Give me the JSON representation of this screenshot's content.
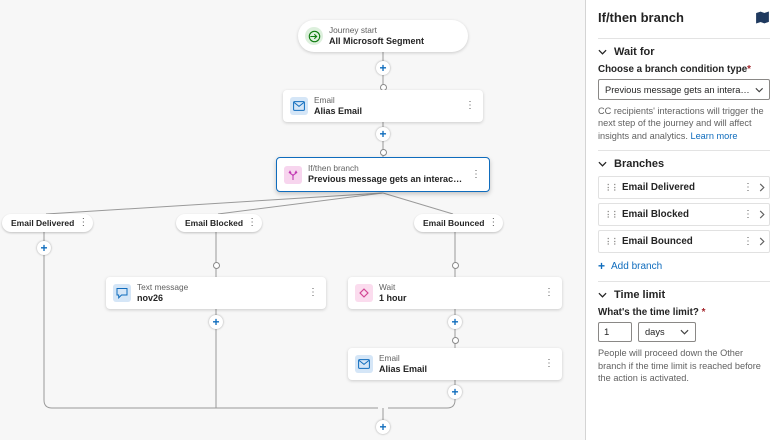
{
  "icons": {
    "kebab": "⋮",
    "plus": "+",
    "drag": "⋮⋮"
  },
  "canvas": {
    "journey_start": {
      "type": "Journey start",
      "title": "All Microsoft Segment"
    },
    "email_1": {
      "type": "Email",
      "title": "Alias Email"
    },
    "if_then": {
      "type": "If/then branch",
      "title": "Previous message gets an interaction"
    },
    "branch_labels": {
      "delivered": "Email Delivered",
      "blocked": "Email Blocked",
      "bounced": "Email Bounced"
    },
    "text_message": {
      "type": "Text message",
      "title": "nov26"
    },
    "wait": {
      "type": "Wait",
      "title": "1 hour"
    },
    "email_2": {
      "type": "Email",
      "title": "Alias Email"
    }
  },
  "panel": {
    "title": "If/then branch",
    "required_mark": "*",
    "wait_for": {
      "header": "Wait for",
      "condition_label": "Choose a branch condition type",
      "condition_value": "Previous message gets an interaction",
      "help": "CC recipients' interactions will trigger the next step of the journey and will affect insights and analytics.",
      "learn_more": "Learn more"
    },
    "branches": {
      "header": "Branches",
      "items": [
        "Email Delivered",
        "Email Blocked",
        "Email Bounced"
      ],
      "add_label": "Add branch"
    },
    "time_limit": {
      "header": "Time limit",
      "question": "What's the time limit?",
      "value": "1",
      "unit": "days",
      "help": "People will proceed down the Other branch if the time limit is reached before the action is activated."
    }
  }
}
